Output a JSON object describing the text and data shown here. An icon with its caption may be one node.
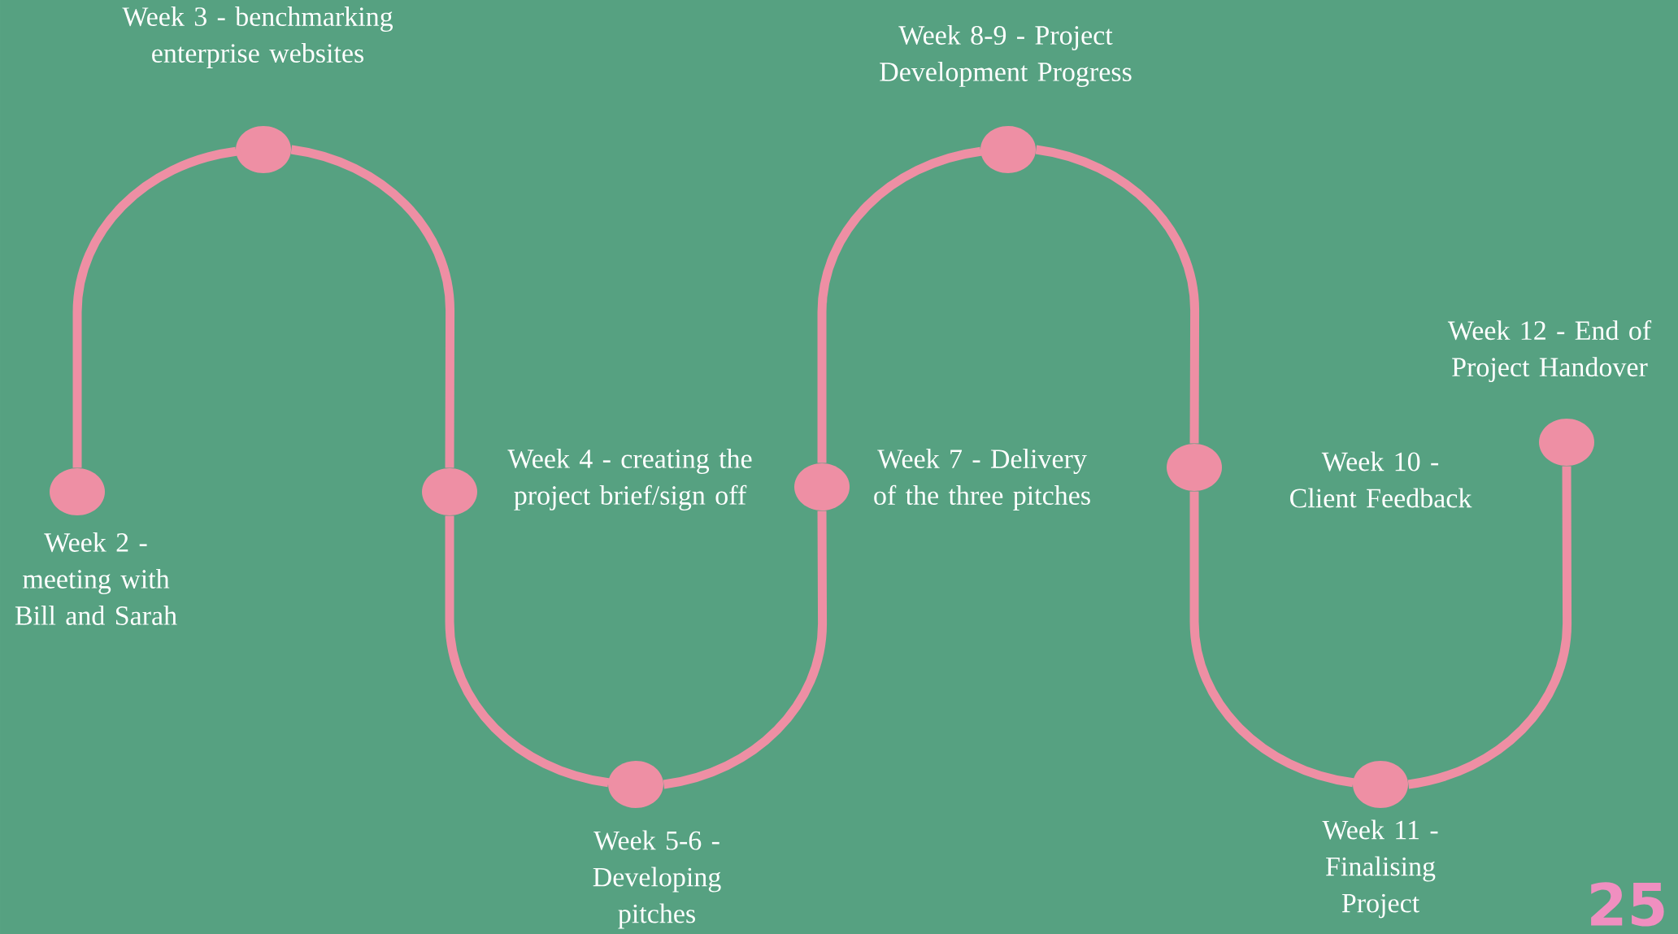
{
  "diagram": {
    "nodes": [
      {
        "text": [],
        "shape": "circle",
        "beside": [
          "Week 2 - meeting with Bill and Sarah"
        ]
      },
      {
        "text": [],
        "shape": "circle",
        "beside": [
          "Week 3 - benchmarking enterprise websites"
        ]
      },
      {
        "text": [],
        "shape": "circle",
        "beside": [
          "Week 4 - creating the project brief/sign off"
        ]
      },
      {
        "text": [],
        "shape": "circle",
        "beside": [
          "Week 5-6 - Developing pitches"
        ]
      },
      {
        "text": [],
        "shape": "circle",
        "beside": [
          "Week 7 - Delivery of the three pitches"
        ]
      },
      {
        "text": [],
        "shape": "circle",
        "beside": [
          "Week 8-9 - Project Development Progress"
        ]
      },
      {
        "text": [],
        "shape": "circle",
        "beside": [
          "Week 10 - Client Feedback"
        ]
      },
      {
        "text": [],
        "shape": "circle",
        "beside": [
          "Week 11 - Finalising Project"
        ]
      },
      {
        "text": [],
        "shape": "circle",
        "beside": [
          "Week 12 - End of Project Handover"
        ]
      }
    ],
    "edges": [
      {
        "from": 0,
        "to": 1,
        "arrow": "none"
      },
      {
        "from": 1,
        "to": 2,
        "arrow": "none"
      },
      {
        "from": 2,
        "to": 3,
        "arrow": "none"
      },
      {
        "from": 3,
        "to": 4,
        "arrow": "none"
      },
      {
        "from": 4,
        "to": 5,
        "arrow": "none"
      },
      {
        "from": 5,
        "to": 6,
        "arrow": "none"
      },
      {
        "from": 6,
        "to": 7,
        "arrow": "none"
      },
      {
        "from": 7,
        "to": 8,
        "arrow": "none"
      }
    ],
    "labels": [
      "25"
    ]
  }
}
